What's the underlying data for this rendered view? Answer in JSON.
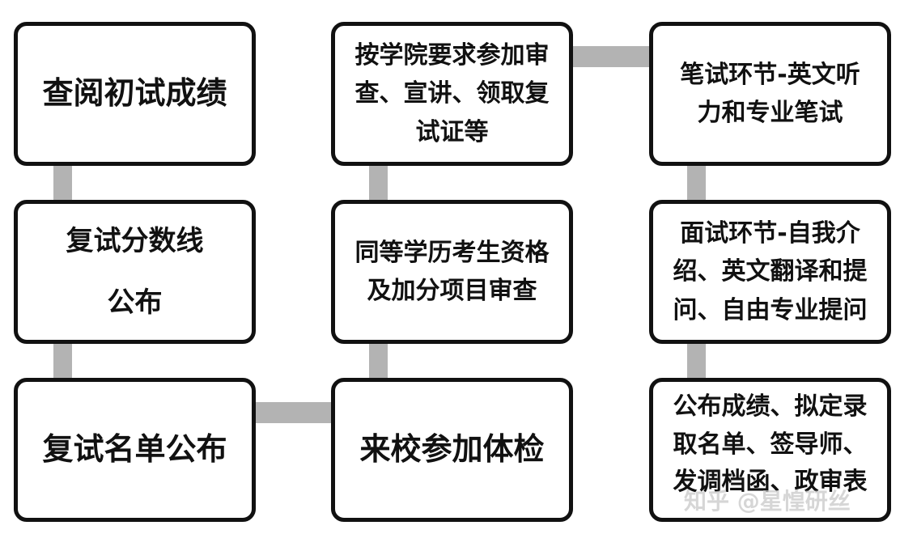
{
  "flowchart": {
    "nodes": [
      {
        "id": "n1",
        "text": "查阅初试成绩"
      },
      {
        "id": "n2",
        "text": "复试分数线\n公布"
      },
      {
        "id": "n3",
        "text": "复试名单公布"
      },
      {
        "id": "n4",
        "text": "来校参加体检"
      },
      {
        "id": "n5",
        "text": "同等学历考生资格\n及加分项目审查"
      },
      {
        "id": "n6",
        "text": "按学院要求参加审\n查、宣讲、领取复\n试证等"
      },
      {
        "id": "n7",
        "text": "笔试环节-英文听\n力和专业笔试"
      },
      {
        "id": "n8",
        "text": "面试环节-自我介\n绍、英文翻译和提\n问、自由专业提问"
      },
      {
        "id": "n9",
        "text": "公布成绩、拟定录\n取名单、签导师、\n发调档函、政审表"
      }
    ],
    "edges": [
      [
        "n1",
        "n2"
      ],
      [
        "n2",
        "n3"
      ],
      [
        "n3",
        "n4"
      ],
      [
        "n4",
        "n5"
      ],
      [
        "n5",
        "n6"
      ],
      [
        "n6",
        "n7"
      ],
      [
        "n7",
        "n8"
      ],
      [
        "n8",
        "n9"
      ]
    ],
    "colors": {
      "box_border": "#111111",
      "box_fill": "#ffffff",
      "connector": "#b3b3b3",
      "text": "#111111"
    }
  },
  "watermark": "知乎 @星惶研丝"
}
